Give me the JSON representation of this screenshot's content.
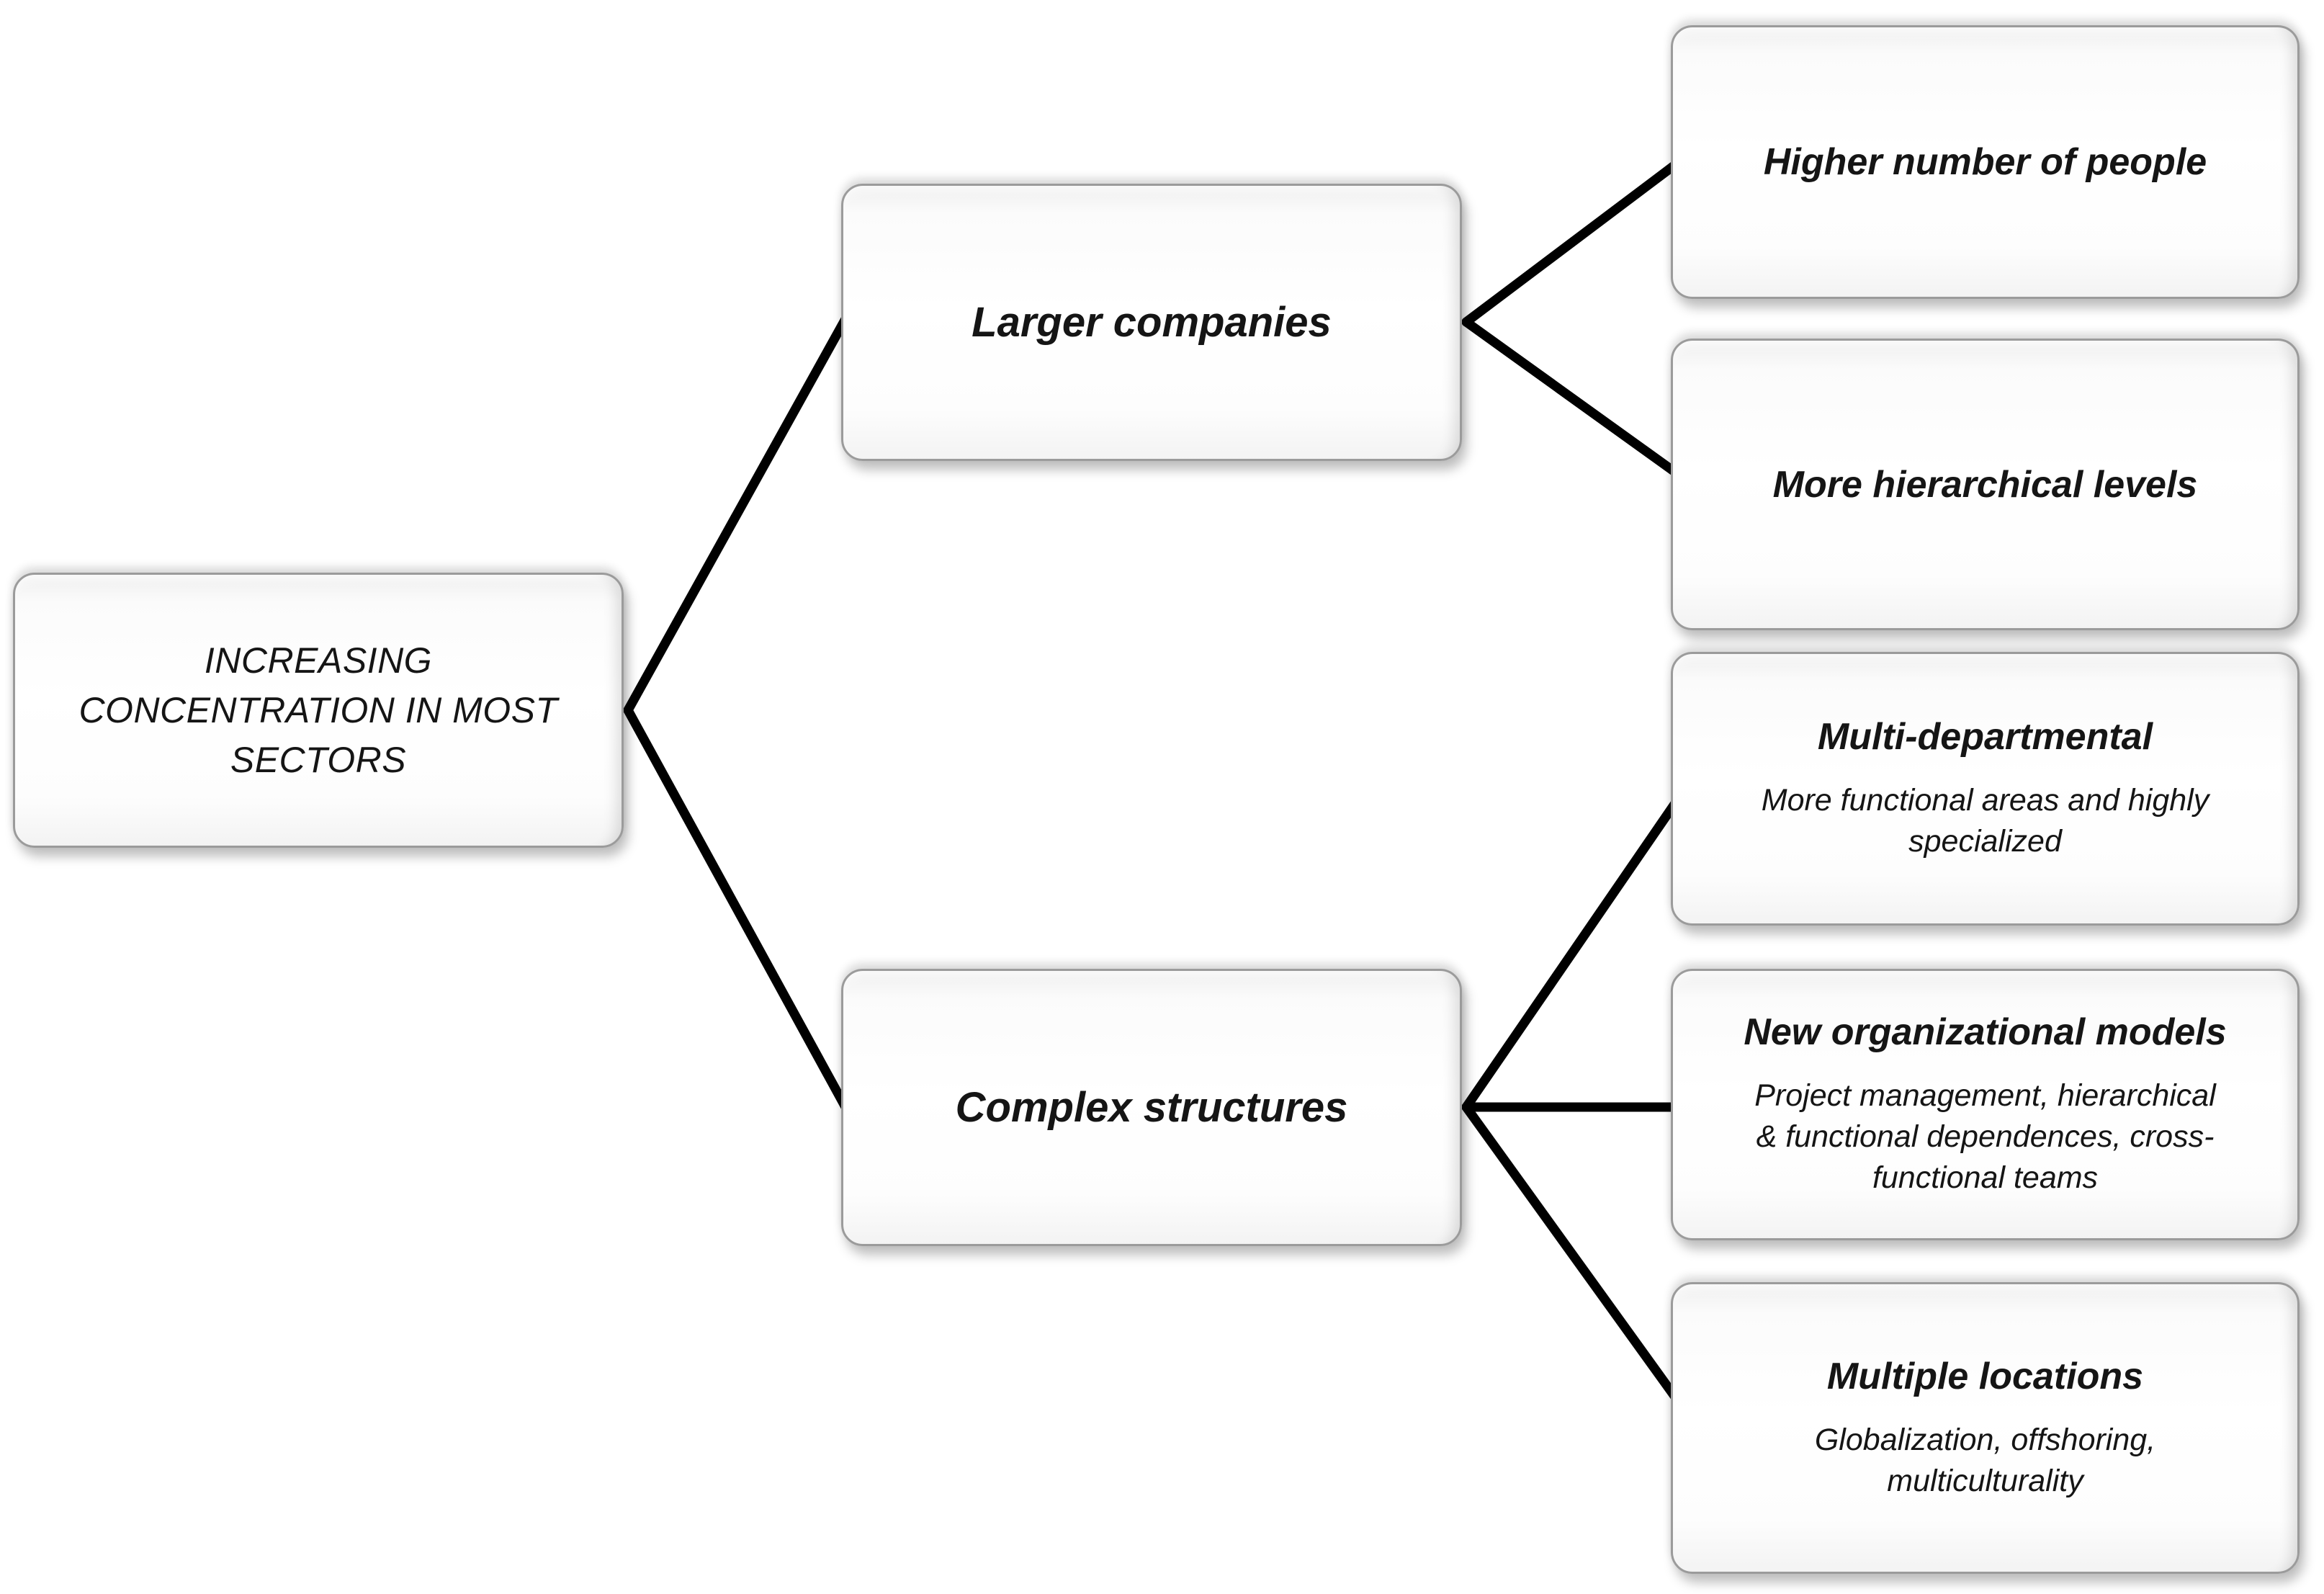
{
  "page": {
    "background": "#ffffff"
  },
  "diagram": {
    "type": "hierarchy",
    "colors": {
      "connector": "#000000",
      "box_border": "#9b9b9b",
      "box_fill": "#ffffff",
      "text": "#151515"
    },
    "root": {
      "title": "INCREASING\nCONCENTRATION IN MOST\nSECTORS"
    },
    "level1": [
      {
        "title": "Larger companies"
      },
      {
        "title": "Complex structures"
      }
    ],
    "level2": [
      {
        "parent": "Larger companies",
        "title": "Higher number of people"
      },
      {
        "parent": "Larger companies",
        "title": "More hierarchical levels"
      },
      {
        "parent": "Complex structures",
        "title": "Multi-departmental",
        "subtitle": "More functional areas and highly\nspecialized"
      },
      {
        "parent": "Complex structures",
        "title": "New organizational models",
        "subtitle": "Project management, hierarchical\n& functional dependences, cross-\nfunctional teams"
      },
      {
        "parent": "Complex structures",
        "title": "Multiple locations",
        "subtitle": "Globalization, offshoring,\nmulticulturality"
      }
    ]
  }
}
